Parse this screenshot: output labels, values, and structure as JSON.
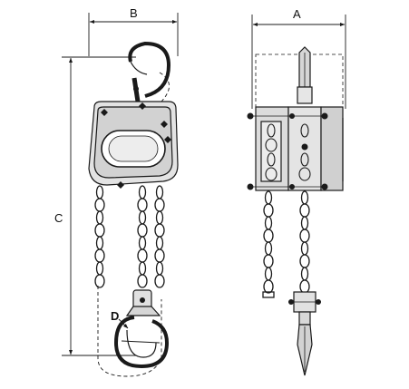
{
  "dimension_labels": {
    "b": "B",
    "a": "A",
    "c": "C",
    "d": "D"
  },
  "colors": {
    "line": "#1a1a1a",
    "body_fill": "#d9d9d9",
    "background": "#ffffff"
  }
}
